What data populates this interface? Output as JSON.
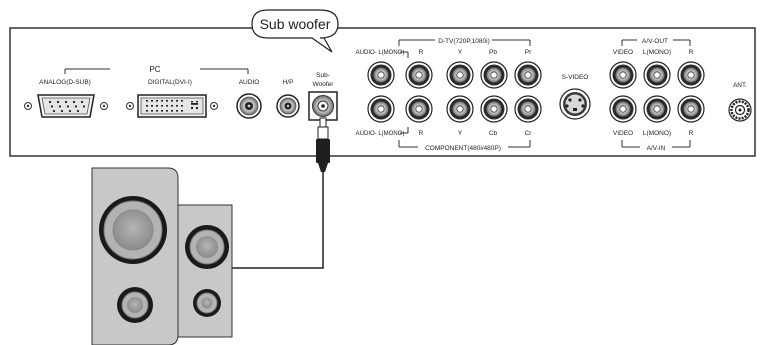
{
  "callout": {
    "text": "Sub woofer"
  },
  "groups": {
    "pc": "PC",
    "dtv": "D-TV(720P,1080i)",
    "component": "COMPONENT(480i/480P)",
    "av_out": "A/V-OUT",
    "av_in": "A/V-IN"
  },
  "labels": {
    "analog": "ANALOG(D-SUB)",
    "digital": "DIGITAL(DVI-I)",
    "audio": "AUDIO",
    "hp": "H/P",
    "sub_line1": "Sub-",
    "sub_line2": "Woofer",
    "audio_l_top": "AUDIO- L(MONO)",
    "r_top": "R",
    "y_top": "Y",
    "pb": "Pb",
    "pr": "Pr",
    "audio_l_bottom": "AUDIO- L(MONO)",
    "r_bottom": "R",
    "y_bottom": "Y",
    "cb": "Cb",
    "cr": "Cr",
    "svideo": "S-VIDEO",
    "video_top": "VIDEO",
    "lmono_top": "L(MONO)",
    "r_av_top": "R",
    "video_bottom": "VIDEO",
    "lmono_bottom": "L(MONO)",
    "r_av_bottom": "R",
    "ant": "ANT."
  },
  "colors": {
    "panel_stroke": "#333333",
    "speaker_fill": "#c8c8c8",
    "speaker_dark": "#2a2a2a",
    "cable": "#222222"
  }
}
